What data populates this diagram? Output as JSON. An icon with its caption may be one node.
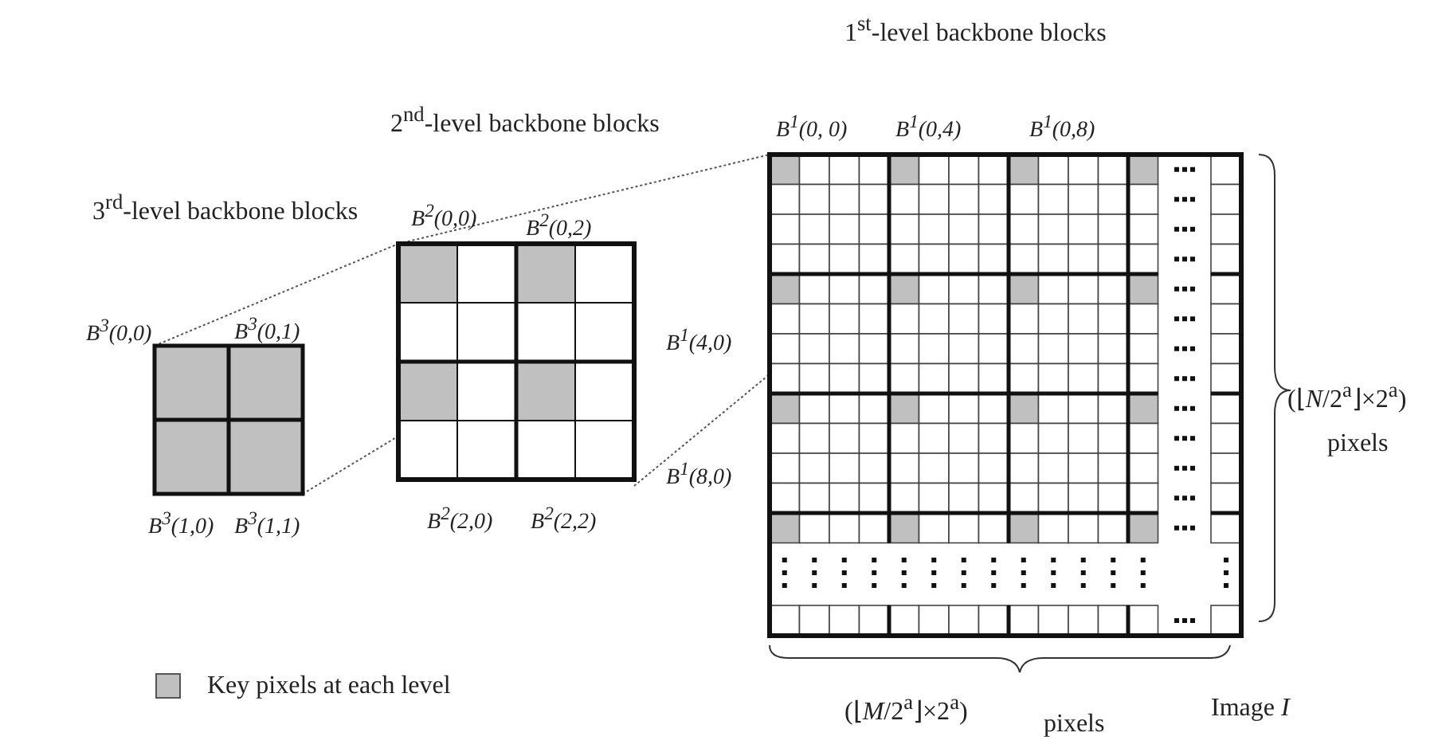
{
  "diagram": {
    "labels": [
      "1$^{st}$-level backbone blocks",
      "2$^{nd}$-level backbone blocks",
      "B$^{1}$(0, 0)",
      "B$^{1}$(0,4)",
      "B$^{1}$(0,8)",
      "3$^{rd}$-level backbone blocks",
      "B$^{2}$(0,0)",
      "B$^{2}$(0,2)",
      "B$^{3}$(0,0)",
      "B$^{3}$(0,1)",
      "B$^{1}$(4,0)",
      "B$^{1}$(8,0)",
      "B$^{3}$(1,0)",
      "B$^{3}$(1,1)",
      "B$^{2}$(2,0)",
      "B$^{2}$(2,2)",
      "(⌊*N*/2$^{a}$⌋×2$^{a}$)",
      "pixels",
      "(⌊*M*/2$^{a}$⌋×2$^{a}$)",
      "pixels",
      "Image *I*"
    ],
    "legend": [
      {
        "text": "Key pixels at each level",
        "color": "#c0c0c0"
      }
    ]
  }
}
